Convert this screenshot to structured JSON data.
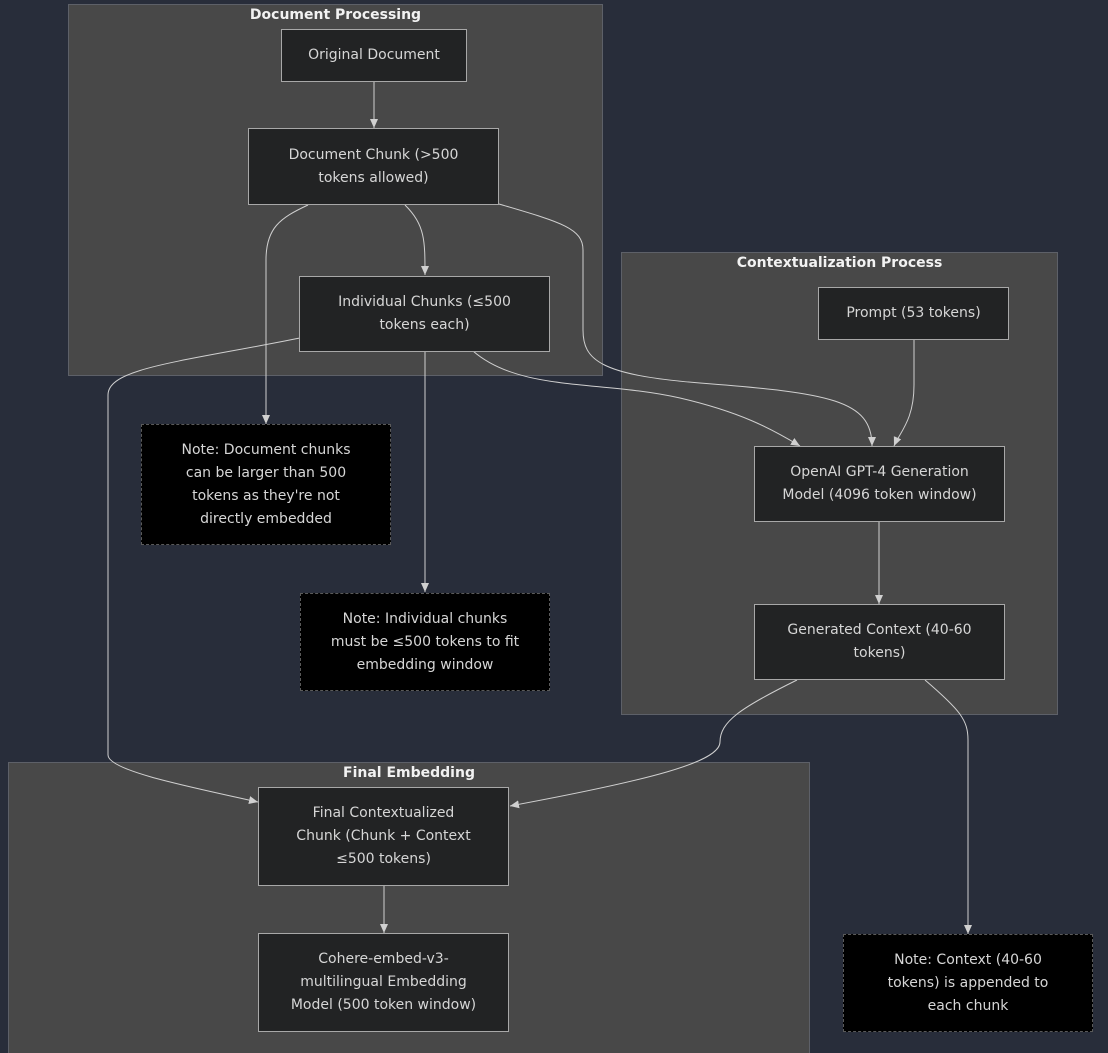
{
  "clusters": {
    "document_processing": "Document Processing",
    "contextualization": "Contextualization Process",
    "final_embedding": "Final Embedding"
  },
  "nodes": {
    "original_document": "Original Document",
    "document_chunk": "Document Chunk (>500 tokens allowed)",
    "individual_chunks": "Individual Chunks (≤500 tokens each)",
    "prompt": "Prompt (53 tokens)",
    "gpt4_model": "OpenAI GPT-4 Generation Model (4096 token window)",
    "generated_context": "Generated Context (40-60 tokens)",
    "final_chunk": "Final Contextualized Chunk (Chunk + Context ≤500 tokens)",
    "cohere_model": "Cohere-embed-v3-multilingual Embedding Model (500 token window)"
  },
  "notes": {
    "document_chunks_note": "Note: Document chunks can be larger than 500 tokens as they're not directly embedded",
    "individual_chunks_note": "Note: Individual chunks must be ≤500 tokens to fit embedding window",
    "context_note": "Note: Context (40-60 tokens) is appended to each chunk"
  },
  "colors": {
    "background": "#282d3a",
    "cluster_fill": "#484848",
    "node_fill": "#222324",
    "note_fill": "#000000",
    "edge": "#d0d0d0"
  }
}
